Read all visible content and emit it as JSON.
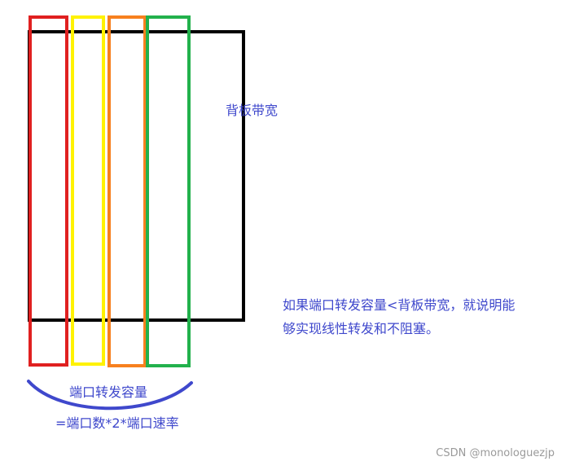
{
  "labels": {
    "backplane": "背板带宽",
    "note_line1": "如果端口转发容量<背板带宽，就说明能",
    "note_line2": "够实现线性转发和不阻塞。",
    "forwarding_capacity": "端口转发容量",
    "formula": "=端口数*2*端口速率",
    "watermark": "CSDN @monologuezjp"
  },
  "colors": {
    "backplane_box": "#000000",
    "port_1": "#e02020",
    "port_2": "#fff200",
    "port_3": "#f7801e",
    "port_4": "#22b14c",
    "brace": "#3f48cc",
    "text": "#3f48cc",
    "watermark": "#9a9a9a"
  }
}
